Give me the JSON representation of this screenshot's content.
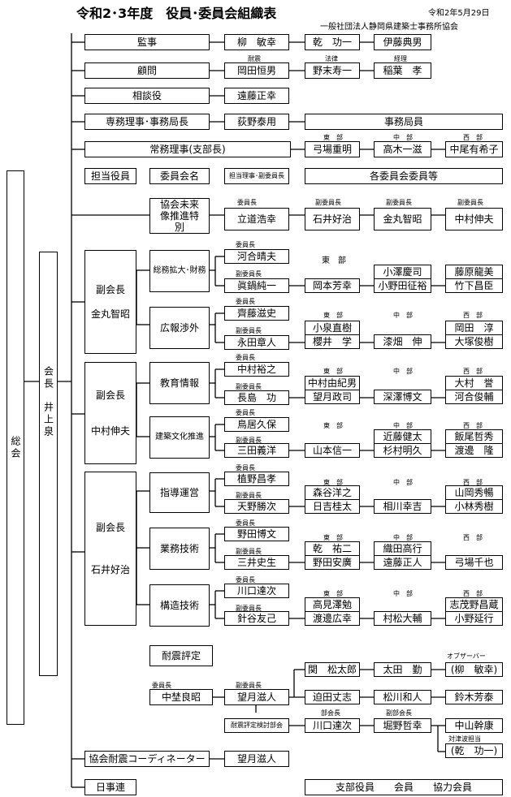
{
  "header": {
    "title": "令和2･3年度　役員･委員会組織表",
    "date": "令和2年5月29日",
    "org": "一般社団法人静岡県建築士事務所協会"
  },
  "left": {
    "soukai": "総会",
    "kaicho_title": "会長",
    "kaicho_name": "井上泉"
  },
  "top": {
    "kanji": {
      "label": "監事",
      "n1": "柳　敏幸",
      "n2": "乾　功一",
      "n3": "伊藤典男"
    },
    "komon": {
      "label": "顧問",
      "t1": "耐震",
      "t2": "法律",
      "t3": "経理",
      "n1": "岡田恒男",
      "n2": "野末寿一",
      "n3": "稲葉　孝"
    },
    "sodan": {
      "label": "相談役",
      "n1": "遠藤正幸"
    },
    "senmu": {
      "label": "専務理事･事務局長",
      "n1": "荻野泰用",
      "n2": "事務局員"
    },
    "jomu": {
      "label": "常務理事(支部長)",
      "t1": "東　部",
      "t2": "中　部",
      "t3": "西　部",
      "n1": "弓場重明",
      "n2": "高木一滋",
      "n3": "中尾有希子"
    }
  },
  "headers": {
    "tanto": "担当役員",
    "iinkai": "委員会名",
    "fuku": "担当理事･副委員長",
    "members": "各委員会委員等"
  },
  "labels": {
    "iincho": "委員長",
    "fuku_iincho": "副委員長",
    "east": "東　部",
    "central": "中　部",
    "west": "西　部",
    "observer": "オブザーバー",
    "bukai_cho": "部会長",
    "fuku_bukai_cho": "副部会長",
    "tsunami": "対津波担当"
  },
  "mirai": {
    "name": "協会未来像推進特別",
    "n1": "立道浩幸",
    "n2": "石井好治",
    "n3": "金丸智昭",
    "n4": "中村伸夫"
  },
  "vp1": {
    "title": "副会長",
    "name": "金丸智昭",
    "somu": {
      "name": "総務拡大･財務",
      "chair": "河合晴夫",
      "vice": "眞鍋純一",
      "east": "岡本芳幸",
      "c1": "小澤慶司",
      "c2": "小野田征裕",
      "w1": "藤原龍美",
      "w2": "竹下昌臣"
    },
    "koho": {
      "name": "広報渉外",
      "chair": "齊藤滋史",
      "vice": "永田章人",
      "e1": "小泉直樹",
      "e2": "櫻井　学",
      "c1": "漆畑　伸",
      "w1": "岡田　淳",
      "w2": "大塚俊樹"
    }
  },
  "vp2": {
    "title": "副会長",
    "name": "中村伸夫",
    "kyoiku": {
      "name": "教育情報",
      "chair": "中村裕之",
      "vice": "長島　功",
      "e1": "中村由紀男",
      "e2": "望月政司",
      "c1": "深澤博文",
      "w1": "大村　誉",
      "w2": "河合俊輔"
    },
    "kenchiku": {
      "name": "建築文化推進",
      "chair": "鳥居久保",
      "vice": "三田義洋",
      "e1": "山本信一",
      "c1": "近藤健太",
      "c2": "杉村明久",
      "w1": "飯尾哲秀",
      "w2": "渡邊　隆"
    }
  },
  "vp3": {
    "title": "副会長",
    "name": "石井好治",
    "shido": {
      "name": "指導運営",
      "chair": "植野昌孝",
      "vice": "天野勝次",
      "e1": "森谷洋之",
      "e2": "日吉桂太",
      "c1": "相川幸吉",
      "w1": "山岡秀暢",
      "w2": "小林秀樹"
    },
    "gyomu": {
      "name": "業務技術",
      "chair": "野田博文",
      "vice": "三井史生",
      "e1": "乾　祐二",
      "e2": "野田安廣",
      "c1": "織田高行",
      "c2": "遠藤正人",
      "w1": "弓場千也"
    },
    "kozo": {
      "name": "構造技術",
      "chair": "川口達次",
      "vice": "針谷友己",
      "e1": "高見澤勉",
      "e2": "渡邊広幸",
      "c1": "村松大輔",
      "w1": "志茂野昌蔵",
      "w2": "小野延行"
    }
  },
  "taishin": {
    "name": "耐震評定",
    "chair": "中埜良昭",
    "vice": "望月滋人",
    "r1": [
      "関　松太郎",
      "太田　勤",
      "(柳　敏幸)"
    ],
    "r2": [
      "迫田丈志",
      "松川和人",
      "鈴木芳泰"
    ],
    "bukai": "耐震評定検討部会",
    "b1": "川口達次",
    "b2": "堀野哲幸",
    "b3": "中山幹康",
    "b4": "(乾　功一)"
  },
  "coord": {
    "label": "協会耐震コーディネーター",
    "n1": "望月滋人"
  },
  "nichijiren": {
    "label": "日事連",
    "members": "支部役員　　会員　　協力会員"
  }
}
